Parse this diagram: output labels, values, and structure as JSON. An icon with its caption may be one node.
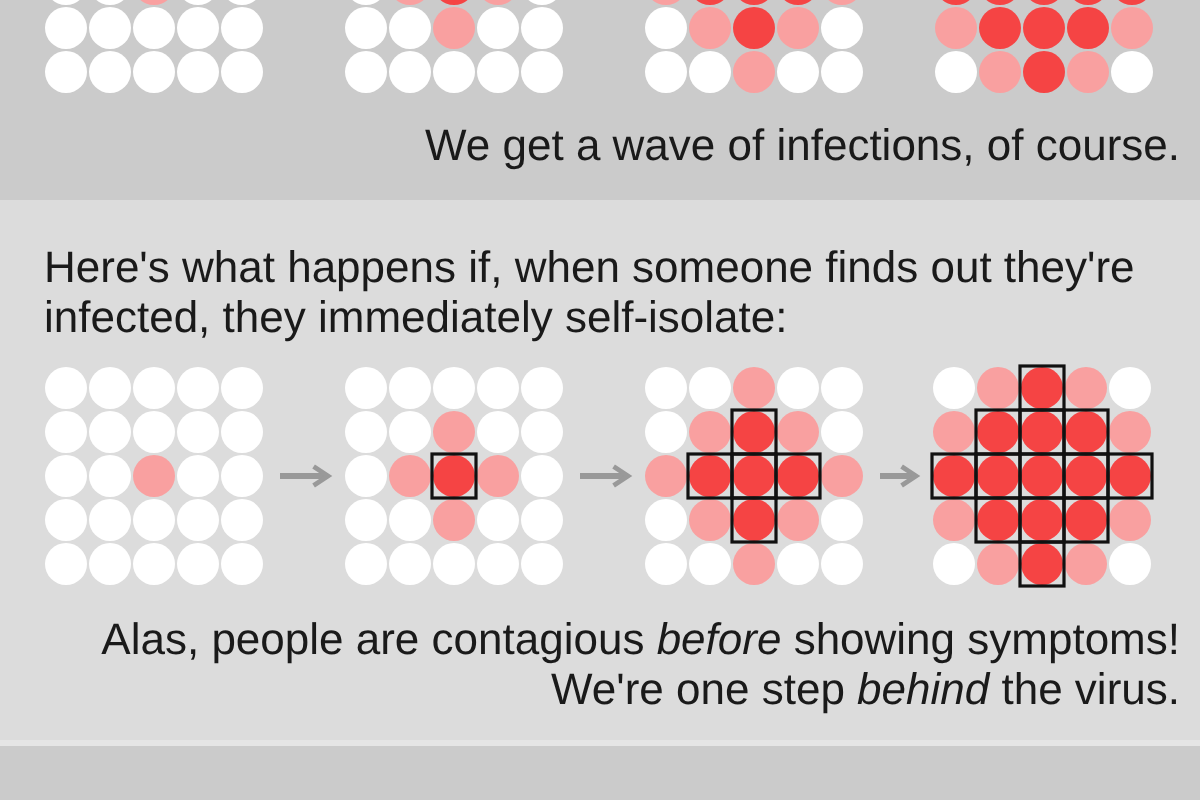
{
  "diagram": {
    "nodes": [
      {
        "text": [],
        "shape": "picture"
      },
      {
        "text": [],
        "shape": "picture"
      },
      {
        "text": [],
        "shape": "picture"
      },
      {
        "text": [],
        "shape": "picture"
      },
      {
        "text": [],
        "shape": "picture"
      },
      {
        "text": [],
        "shape": "picture"
      },
      {
        "text": [],
        "shape": "picture"
      },
      {
        "text": [],
        "shape": "picture"
      }
    ],
    "edges": [
      {
        "from": 4,
        "to": 5,
        "arrow": "to"
      },
      {
        "from": 5,
        "to": 6,
        "arrow": "to"
      },
      {
        "from": 6,
        "to": 7,
        "arrow": "to"
      }
    ],
    "labels": [
      "We get a wave of infections, of course.",
      "Here's what happens if, when someone finds out they're infected, they immediately self-isolate:",
      "Alas, people are contagious *before* showing symptoms!",
      "We're one step *behind* the virus."
    ]
  }
}
